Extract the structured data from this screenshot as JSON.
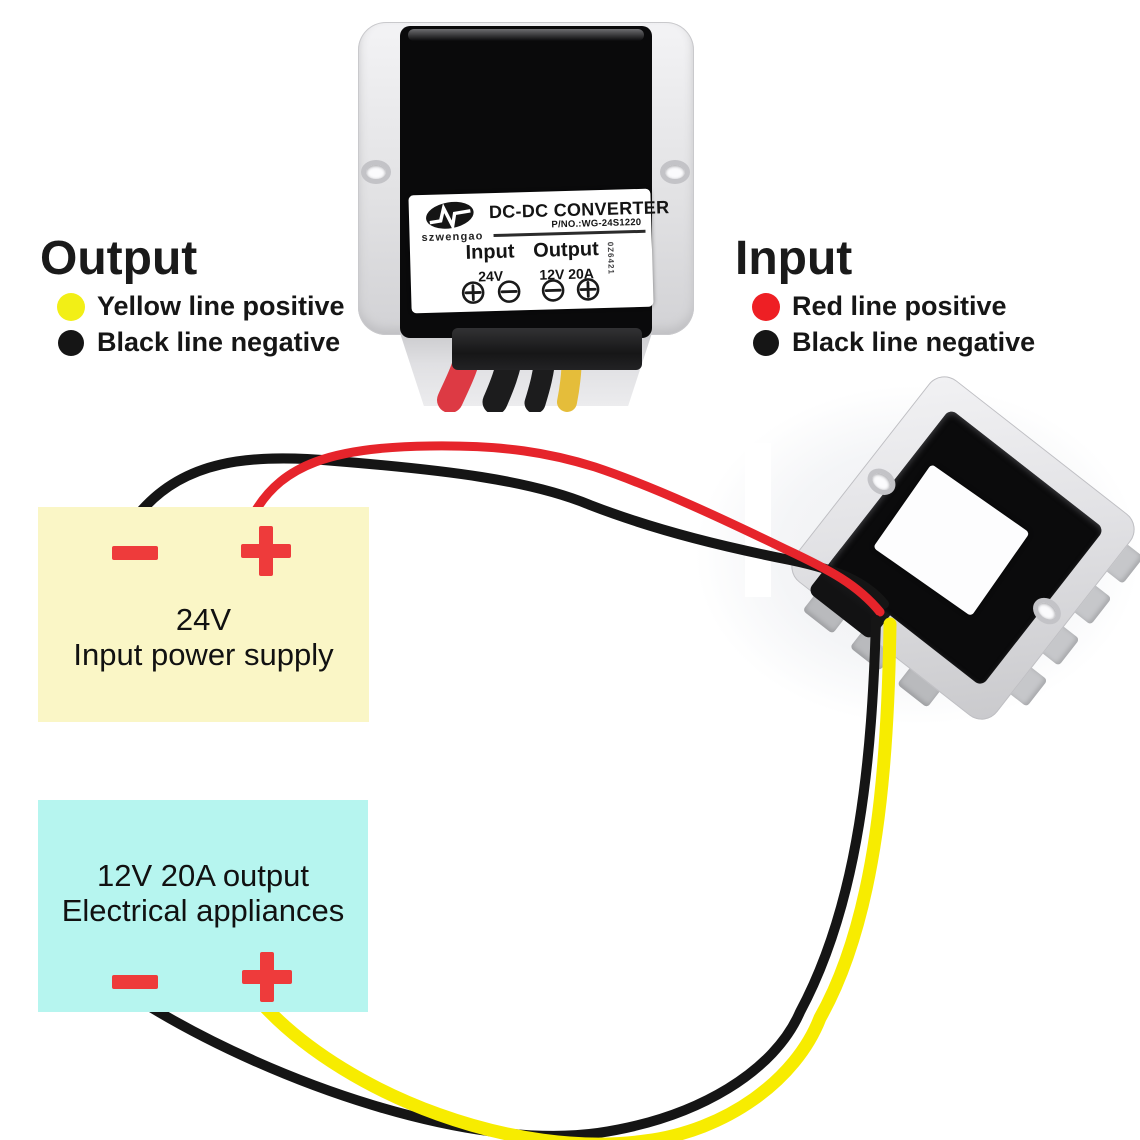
{
  "colors": {
    "background": "#ffffff",
    "wire_red": "#e6242b",
    "wire_black": "#151515",
    "wire_yellow": "#f7ec00",
    "photo_wire_red": "#dd3a44",
    "photo_wire_black": "#1c1c1d",
    "photo_wire_yellow": "#e5bd3a",
    "legend_yellow_dot": "#f2ef16",
    "legend_red_dot": "#ee1f24",
    "legend_black_dot": "#151515",
    "symbol_red": "#ee3b3b",
    "supply_box_bg": "#faf6c6",
    "load_box_bg": "#b6f5ef"
  },
  "device": {
    "brand": "szwengao",
    "title": "DC-DC CONVERTER",
    "part_number": "P/NO.:WG-24S1220",
    "input_label": "Input",
    "input_value": "24V",
    "output_label": "Output",
    "output_value": "12V 20A",
    "serial": "0Z6421",
    "terminals": [
      "plus",
      "minus",
      "minus",
      "plus"
    ]
  },
  "legend_output": {
    "title": "Output",
    "items": [
      {
        "dot": "yellow",
        "label": "Yellow line positive"
      },
      {
        "dot": "black",
        "label": "Black line negative"
      }
    ]
  },
  "legend_input": {
    "title": "Input",
    "items": [
      {
        "dot": "red",
        "label": "Red line positive"
      },
      {
        "dot": "black",
        "label": "Black line negative"
      }
    ]
  },
  "supply_box": {
    "line1": "24V",
    "line2": "Input power supply",
    "minus_symbol": "-",
    "plus_symbol": "+"
  },
  "load_box": {
    "line1": "12V 20A output",
    "line2": "Electrical appliances",
    "minus_symbol": "-",
    "plus_symbol": "+"
  }
}
